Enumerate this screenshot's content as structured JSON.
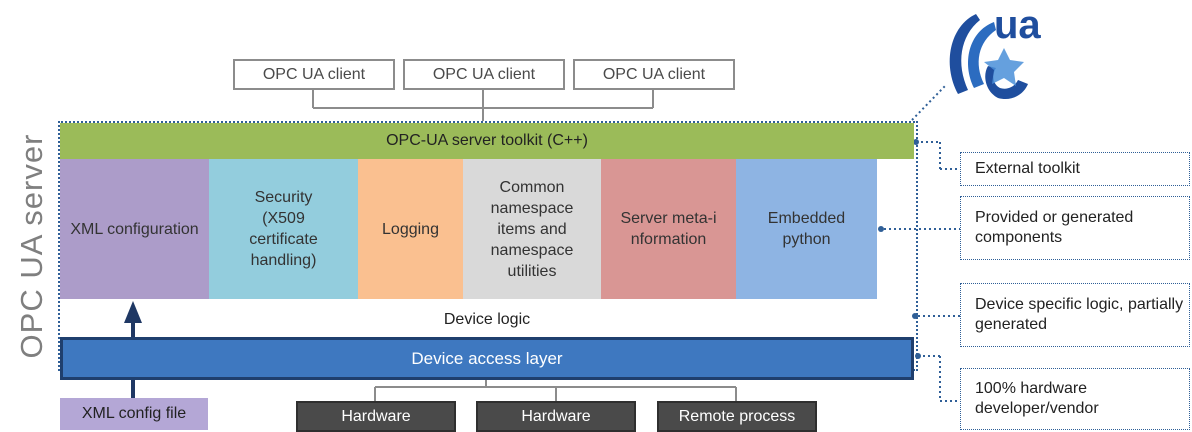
{
  "clients": [
    "OPC UA client",
    "OPC UA client",
    "OPC UA client"
  ],
  "server_label": "OPC UA server",
  "toolkit_label": "OPC-UA server toolkit (C++)",
  "components": [
    {
      "label": "XML configuration",
      "color": "#ac9cc9"
    },
    {
      "label": "Security (X509 certificate handling)",
      "color": "#93cddd"
    },
    {
      "label": "Logging",
      "color": "#fac090"
    },
    {
      "label": "Common namespace items and namespace utilities",
      "color": "#d9d9d9"
    },
    {
      "label": "Server meta-information",
      "color": "#d99694"
    },
    {
      "label": "Embedded python",
      "color": "#8eb4e3"
    }
  ],
  "device_logic_label": "Device logic",
  "device_access_label": "Device access layer",
  "xml_config_file_label": "XML config file",
  "hardware": [
    "Hardware",
    "Hardware",
    "Remote process"
  ],
  "legend": [
    "External toolkit",
    "Provided or generated components",
    "Device specific logic, partially generated",
    "100% hardware developer/vendor"
  ],
  "logo_text": "ua",
  "colors": {
    "toolkit": "#9bbb59",
    "access_layer": "#3e78c0",
    "access_border": "#1f3f6e",
    "xml_file": "#b4a7d6",
    "dotted_border": "#2f5f97",
    "arrow": "#1f3864"
  }
}
